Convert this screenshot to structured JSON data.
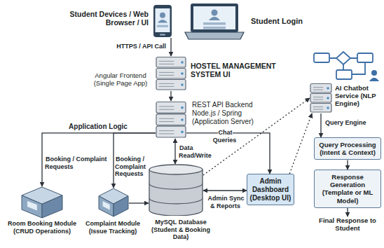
{
  "diagram": {
    "nodes": [
      {
        "text": [
          "Student Devices / Web Browser / UI"
        ]
      },
      {
        "text": [
          "Student Login"
        ]
      },
      {
        "text": [
          "Angular Frontend (Single Page App)",
          "HOSTEL MANAGEMENT SYSTEM UI"
        ]
      },
      {
        "text": [
          "REST API Backend Node.js / Spring (Application Server)"
        ]
      },
      {
        "text": [
          "Room Booking Module (CRUD Operations)"
        ]
      },
      {
        "text": [
          "Complaint Module (Issue Tracking)"
        ]
      },
      {
        "text": [
          "MySQL Database (Student & Booking Data)"
        ]
      },
      {
        "text": [
          "Admin Dashboard (Desktop UI)"
        ]
      },
      {
        "text": [
          "AI Chatbot Service (NLP Engine)"
        ]
      },
      {
        "text": [
          "Query Processing (Intent & Context)"
        ]
      },
      {
        "text": [
          "Response Generation (Template or ML Model)"
        ]
      },
      {
        "text": [
          "Final Response to Student"
        ]
      }
    ],
    "edges": [
      {
        "from": 0,
        "to": 2,
        "label": "HTTPS / API Call",
        "arrow": "to"
      },
      {
        "from": 2,
        "to": 3,
        "arrow": "to"
      },
      {
        "from": 3,
        "to": 4,
        "label": "Booking / Complaint Requests",
        "arrow": "to"
      },
      {
        "from": 3,
        "to": 5,
        "label": "Booking / Complaint Requests",
        "arrow": "to"
      },
      {
        "from": 3,
        "to": 6,
        "label": "Data Read/Write",
        "arrow": "both"
      },
      {
        "from": 5,
        "to": 6,
        "arrow": "to"
      },
      {
        "from": 3,
        "to": 7,
        "label": "Chat Queries",
        "arrow": "to"
      },
      {
        "from": 6,
        "to": 7,
        "label": "Admin Sync & Reports",
        "arrow": "both"
      },
      {
        "from": 6,
        "to": 8,
        "arrow": "to"
      },
      {
        "from": 7,
        "to": 8,
        "arrow": "to"
      },
      {
        "from": 8,
        "to": 9,
        "label": "Query Engine",
        "arrow": "to"
      },
      {
        "from": 9,
        "to": 10,
        "arrow": "to"
      },
      {
        "from": 10,
        "to": 11,
        "arrow": "to"
      }
    ],
    "labels": [
      "Application Logic"
    ]
  }
}
